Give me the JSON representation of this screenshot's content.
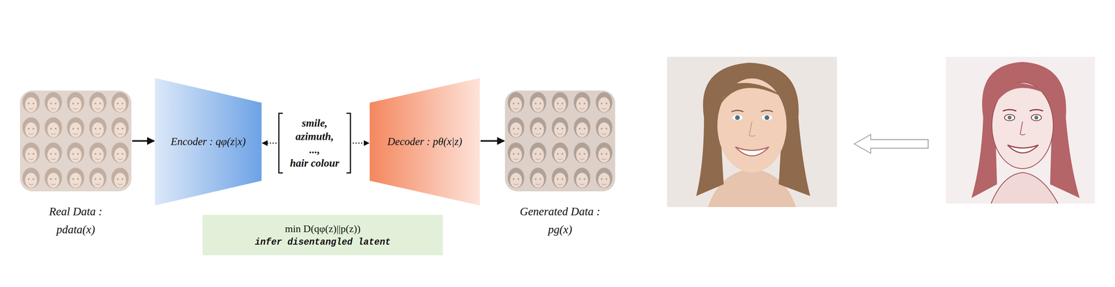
{
  "diagram": {
    "nodes": [
      {
        "text": [
          "Real Data :",
          "pdata(x)"
        ]
      },
      {
        "text": [
          "Encoder : qφ(z|x)"
        ]
      },
      {
        "text": [
          "smile,",
          "azimuth,",
          "...,",
          "hair colour"
        ]
      },
      {
        "text": [
          "Decoder : pθ(x|z)"
        ]
      },
      {
        "text": [
          "Generated Data :",
          "pg(x)"
        ]
      },
      {
        "text": [
          "min D(qφ(z)||p(z))",
          "infer disentangled latent"
        ]
      }
    ],
    "edges": [
      {
        "from": 0,
        "to": 1,
        "arrow": "to"
      },
      {
        "from": 2,
        "to": 1,
        "arrow": "to"
      },
      {
        "from": 2,
        "to": 3,
        "arrow": "to"
      },
      {
        "from": 3,
        "to": 4,
        "arrow": "to"
      }
    ]
  }
}
